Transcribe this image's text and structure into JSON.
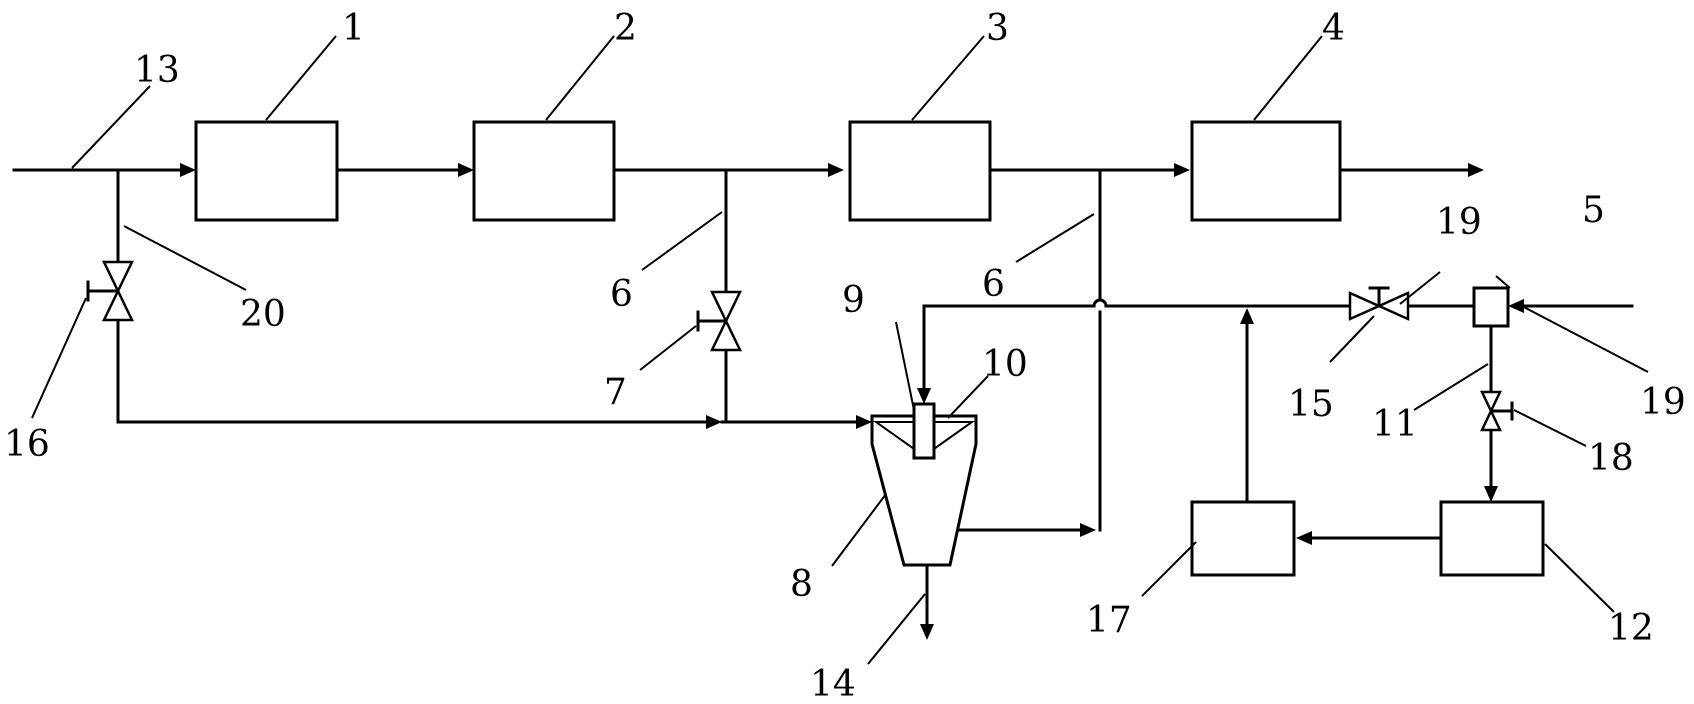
{
  "labels": {
    "n1": "1",
    "n2": "2",
    "n3": "3",
    "n4": "4",
    "n5": "5",
    "n6a": "6",
    "n6b": "6",
    "n7": "7",
    "n8": "8",
    "n9": "9",
    "n10": "10",
    "n11": "11",
    "n12": "12",
    "n13": "13",
    "n14": "14",
    "n15": "15",
    "n16": "16",
    "n17": "17",
    "n18": "18",
    "n19a": "19",
    "n19b": "19",
    "n20": "20"
  },
  "colors": {
    "line": "#000000",
    "background": "#ffffff"
  }
}
